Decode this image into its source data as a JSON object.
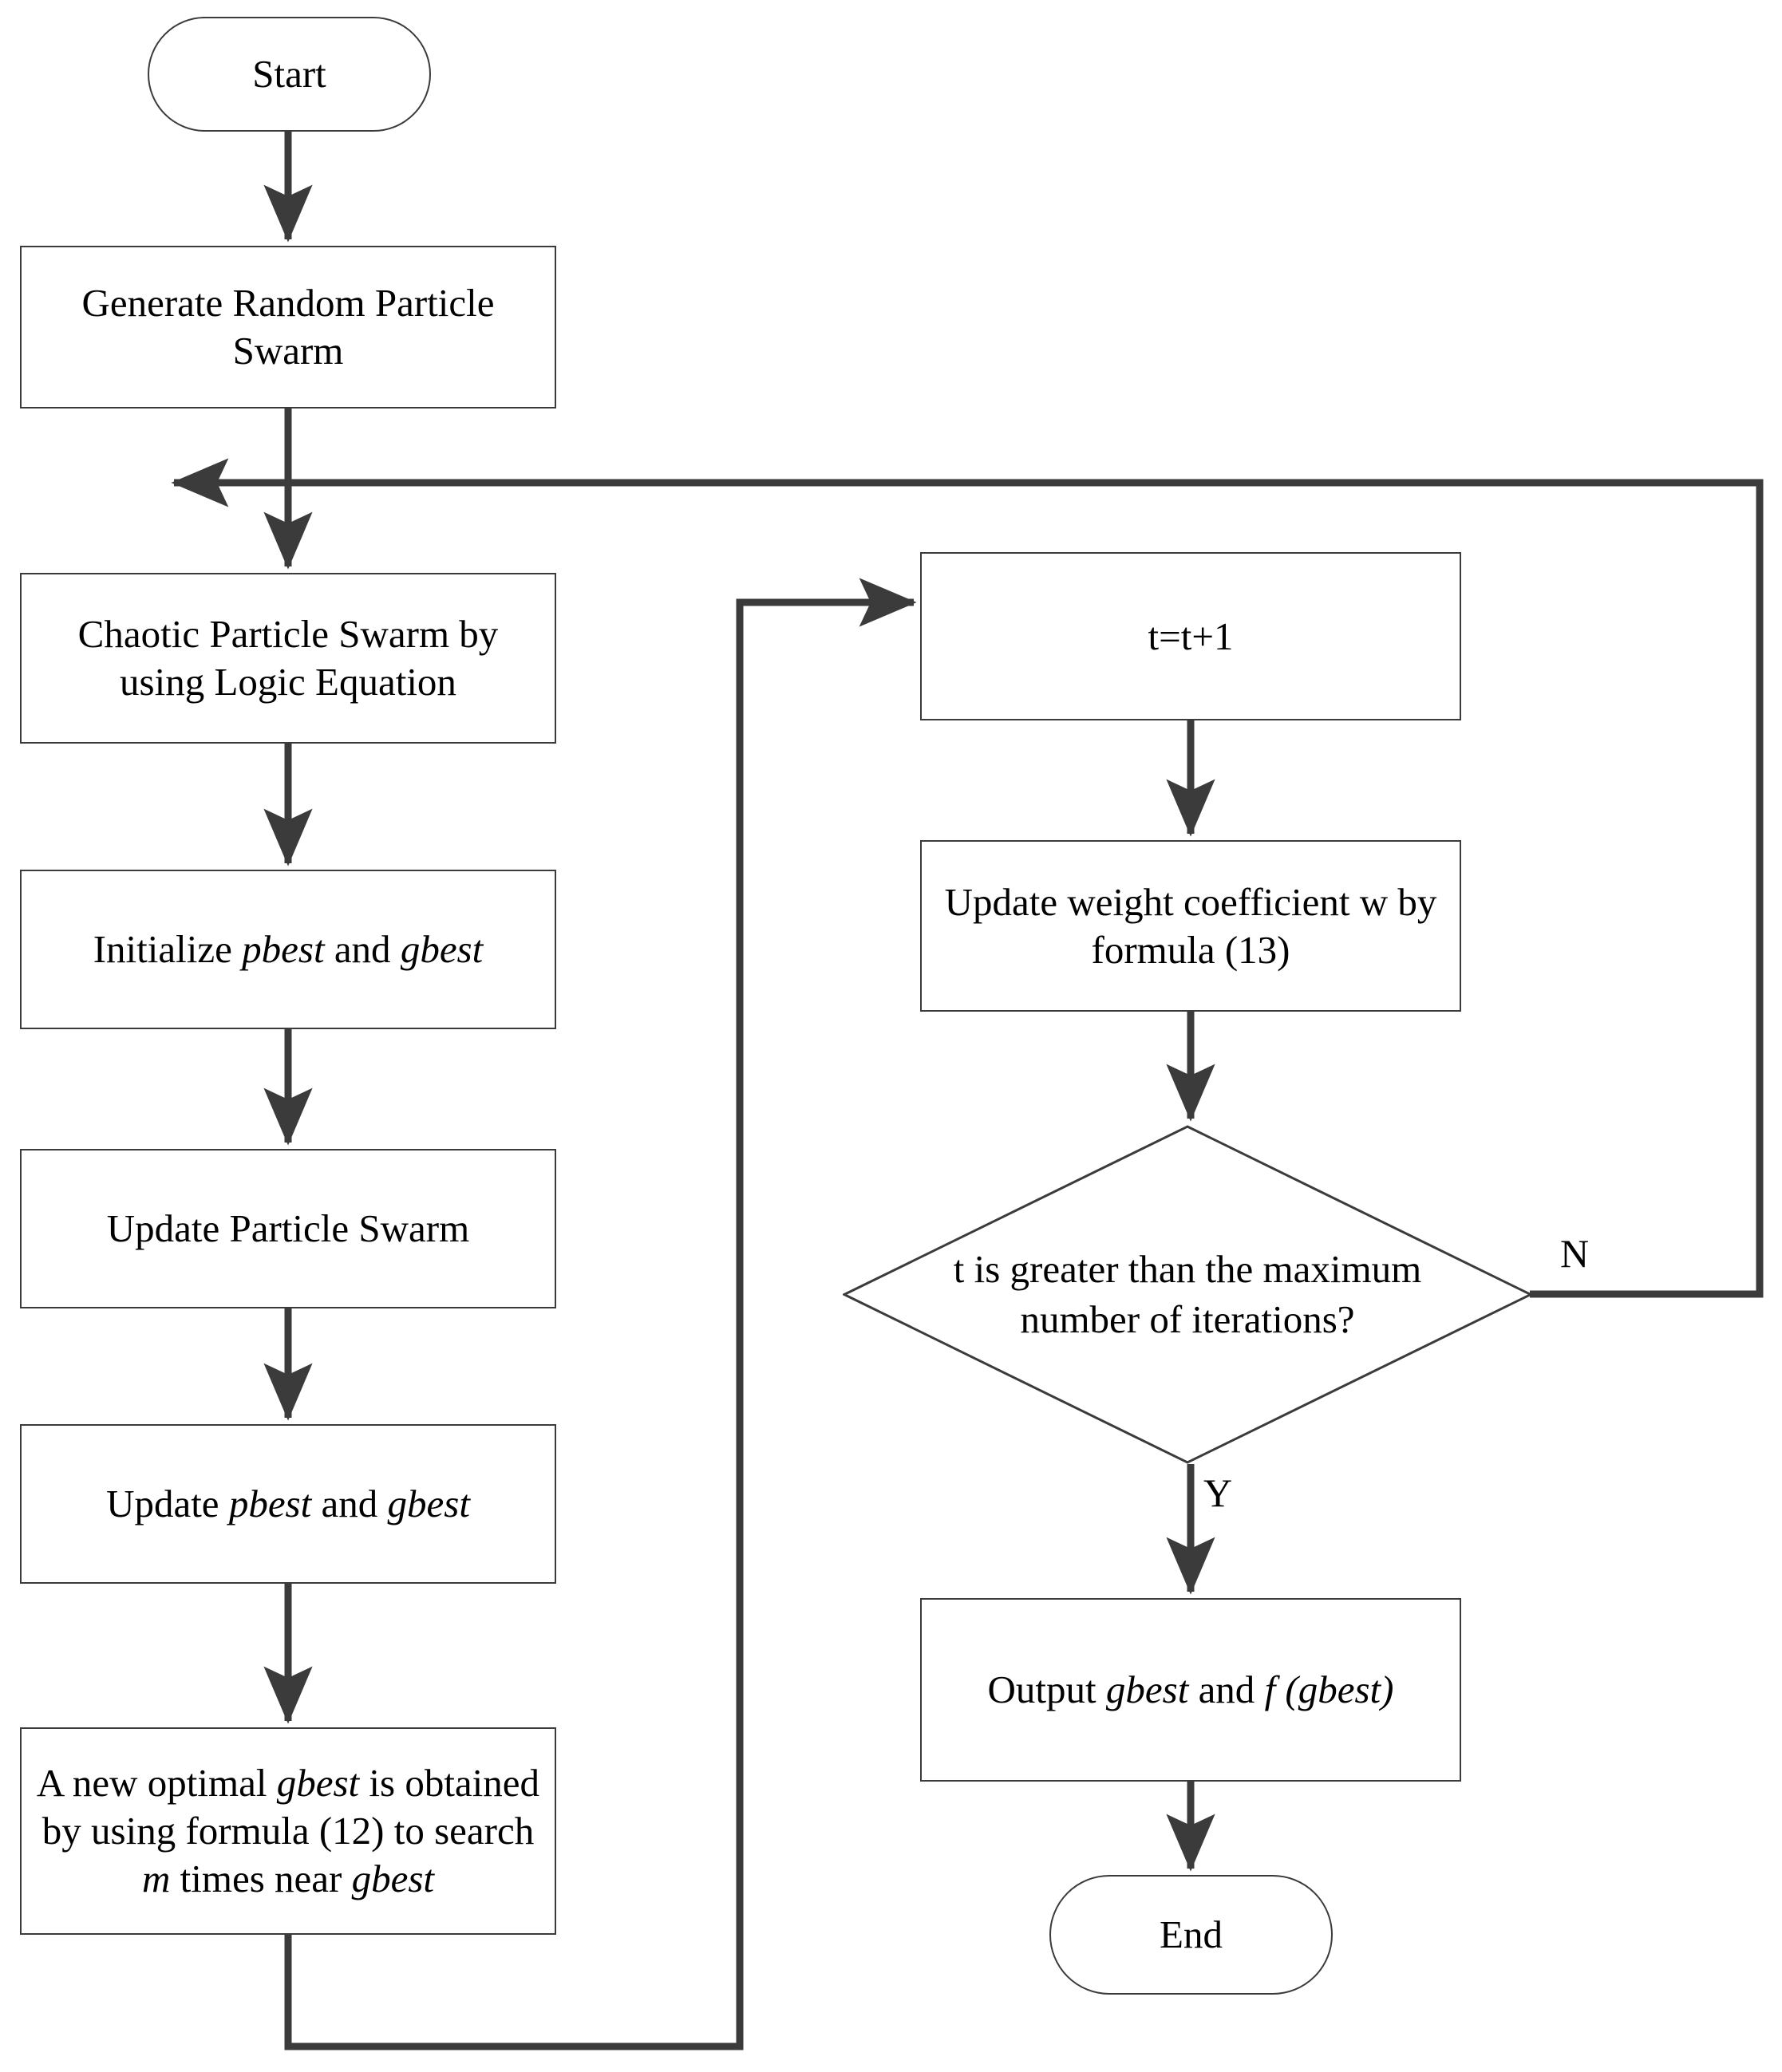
{
  "diagram": {
    "type": "flowchart",
    "title": "Chaotic Particle Swarm Optimization flowchart",
    "line_color": "#3b3b3b",
    "text_color": "#000000",
    "background": "#ffffff"
  },
  "nodes": {
    "start": {
      "label": "Start",
      "shape": "terminator"
    },
    "generate_swarm": {
      "label": "Generate Random Particle Swarm",
      "shape": "process"
    },
    "chaotic_swarm": {
      "label": "Chaotic Particle Swarm by using Logic Equation",
      "shape": "process"
    },
    "init_best": {
      "shape": "process",
      "label": "Initialize pbest and gbest",
      "parts": [
        {
          "text": "Initialize ",
          "italic": false
        },
        {
          "text": "pbest",
          "italic": true
        },
        {
          "text": " and ",
          "italic": false
        },
        {
          "text": "gbest",
          "italic": true
        }
      ]
    },
    "update_swarm": {
      "label": "Update Particle Swarm",
      "shape": "process"
    },
    "update_best": {
      "shape": "process",
      "label": "Update pbest and gbest",
      "parts": [
        {
          "text": "Update ",
          "italic": false
        },
        {
          "text": "pbest",
          "italic": true
        },
        {
          "text": " and ",
          "italic": false
        },
        {
          "text": "gbest",
          "italic": true
        }
      ]
    },
    "new_optimal": {
      "shape": "process",
      "label": "A new optimal gbest is obtained by using formula (12) to search m times near gbest",
      "parts": [
        {
          "text": "A new optimal ",
          "italic": false
        },
        {
          "text": "gbest",
          "italic": true
        },
        {
          "text": " is obtained by using formula (12) to search ",
          "italic": false
        },
        {
          "text": "m",
          "italic": true
        },
        {
          "text": " times near ",
          "italic": false
        },
        {
          "text": "gbest",
          "italic": true
        }
      ]
    },
    "increment_t": {
      "label": "t=t+1",
      "shape": "process"
    },
    "update_weight": {
      "label": "Update weight coefficient w by formula (13)",
      "shape": "process"
    },
    "decision": {
      "label": "t is greater than the maximum number of iterations?",
      "shape": "decision"
    },
    "output_best": {
      "shape": "process",
      "label": "Output gbest and f (gbest)",
      "parts": [
        {
          "text": "Output ",
          "italic": false
        },
        {
          "text": "gbest",
          "italic": true
        },
        {
          "text": " and ",
          "italic": false
        },
        {
          "text": "f (gbest)",
          "italic": true
        }
      ]
    },
    "end": {
      "label": "End",
      "shape": "terminator"
    }
  },
  "edge_labels": {
    "no_branch": "N",
    "yes_branch": "Y"
  },
  "edges": [
    {
      "from": "start",
      "to": "generate_swarm",
      "label": ""
    },
    {
      "from": "generate_swarm",
      "to": "chaotic_swarm",
      "label": ""
    },
    {
      "from": "chaotic_swarm",
      "to": "init_best",
      "label": ""
    },
    {
      "from": "init_best",
      "to": "update_swarm",
      "label": ""
    },
    {
      "from": "update_swarm",
      "to": "update_best",
      "label": ""
    },
    {
      "from": "update_best",
      "to": "new_optimal",
      "label": ""
    },
    {
      "from": "new_optimal",
      "to": "increment_t",
      "label": ""
    },
    {
      "from": "increment_t",
      "to": "update_weight",
      "label": ""
    },
    {
      "from": "update_weight",
      "to": "decision",
      "label": ""
    },
    {
      "from": "decision",
      "to": "chaotic_swarm",
      "label": "N"
    },
    {
      "from": "decision",
      "to": "output_best",
      "label": "Y"
    },
    {
      "from": "output_best",
      "to": "end",
      "label": ""
    }
  ]
}
